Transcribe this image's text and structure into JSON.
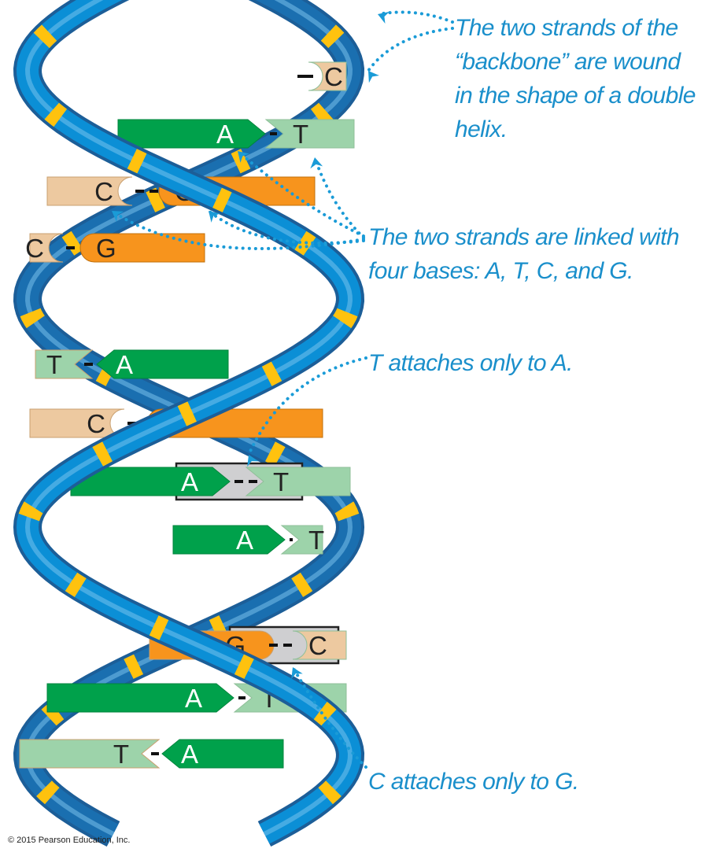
{
  "labels": {
    "backbone": [
      "The two strands of the",
      "“backbone” are wound",
      "in the shape of a double",
      "helix."
    ],
    "bases": [
      "The two strands are linked with",
      "four bases: A, T, C, and G."
    ],
    "t_rule": [
      "T attaches only to A."
    ],
    "c_rule": [
      "C attaches only to G."
    ]
  },
  "base_pairs": [
    {
      "left": "",
      "right": "C"
    },
    {
      "left": "A",
      "right": "T"
    },
    {
      "left": "C",
      "right": "G"
    },
    {
      "left": "C",
      "right": "G"
    },
    {
      "left": "T",
      "right": "A"
    },
    {
      "left": "C",
      "right": "G"
    },
    {
      "left": "A",
      "right": "T",
      "highlighted": true
    },
    {
      "left": "A",
      "right": "T"
    },
    {
      "left": "G",
      "right": "C",
      "highlighted": true
    },
    {
      "left": "A",
      "right": "T"
    },
    {
      "left": "T",
      "right": "A"
    }
  ],
  "colors": {
    "A": "#00a14b",
    "T": "#9dd3aa",
    "C": "#edc9a0",
    "G": "#f7941d",
    "backbone": "#0b8fd6",
    "backbone_dark": "#1c5e98",
    "stripe": "#ffc20e",
    "annotation": "#1a9bd7"
  },
  "copyright": "© 2015 Pearson Education, Inc."
}
